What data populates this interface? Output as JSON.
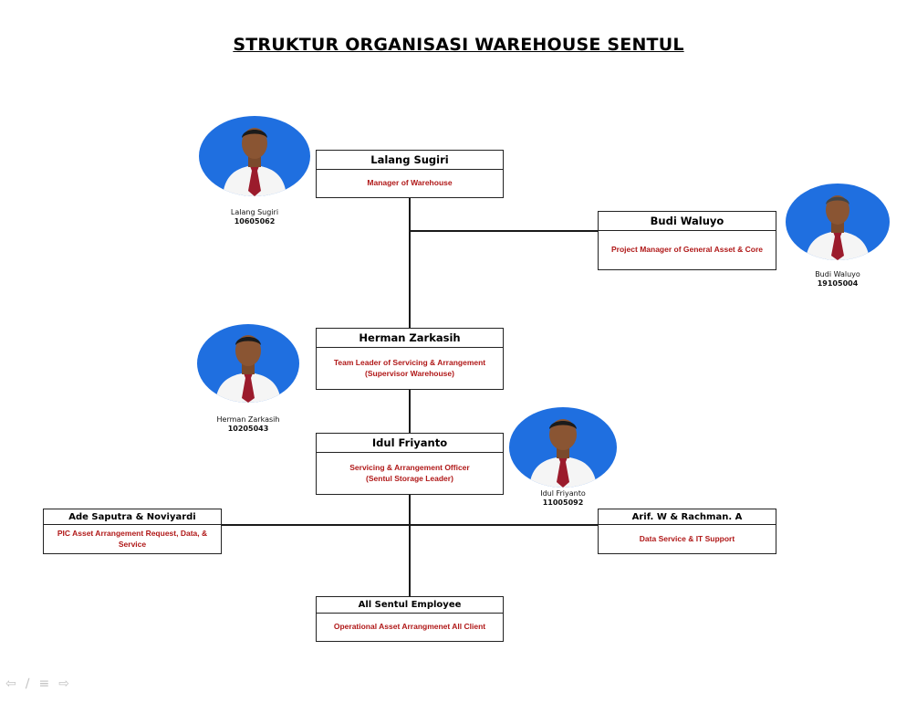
{
  "title": "STRUKTUR ORGANISASI WAREHOUSE SENTUL",
  "positions": {
    "manager": {
      "name": "Lalang Sugiri",
      "role": "Manager of Warehouse"
    },
    "project_manager": {
      "name": "Budi Waluyo",
      "role": "Project Manager of General Asset & Core"
    },
    "team_leader": {
      "name": "Herman Zarkasih",
      "role_line1": "Team Leader of Servicing & Arrangement",
      "role_line2": "(Supervisor Warehouse)"
    },
    "officer": {
      "name": "Idul Friyanto",
      "role_line1": "Servicing & Arrangement Officer",
      "role_line2": "(Sentul Storage Leader)"
    },
    "pic": {
      "name": "Ade Saputra & Noviyardi",
      "role_line1": "PIC Asset Arrangement Request, Data, &",
      "role_line2": "Service"
    },
    "data_service": {
      "name": "Arif. W & Rachman. A",
      "role": "Data Service & IT Support"
    },
    "employees": {
      "name": "All Sentul Employee",
      "role": "Operational Asset Arrangmenet All Client"
    }
  },
  "photos": {
    "lalang": {
      "name": "Lalang Sugiri",
      "id": "10605062"
    },
    "budi": {
      "name": "Budi Waluyo",
      "id": "19105004"
    },
    "herman": {
      "name": "Herman Zarkasih",
      "id": "10205043"
    },
    "idul": {
      "name": "Idul Friyanto",
      "id": "11005092"
    }
  },
  "colors": {
    "role_text": "#b01818",
    "photo_background": "#1f6fe0",
    "tie": "#9b1b2c"
  },
  "nav_icons": [
    "arrow-left-icon",
    "pen-icon",
    "menu-icon",
    "arrow-right-icon"
  ]
}
